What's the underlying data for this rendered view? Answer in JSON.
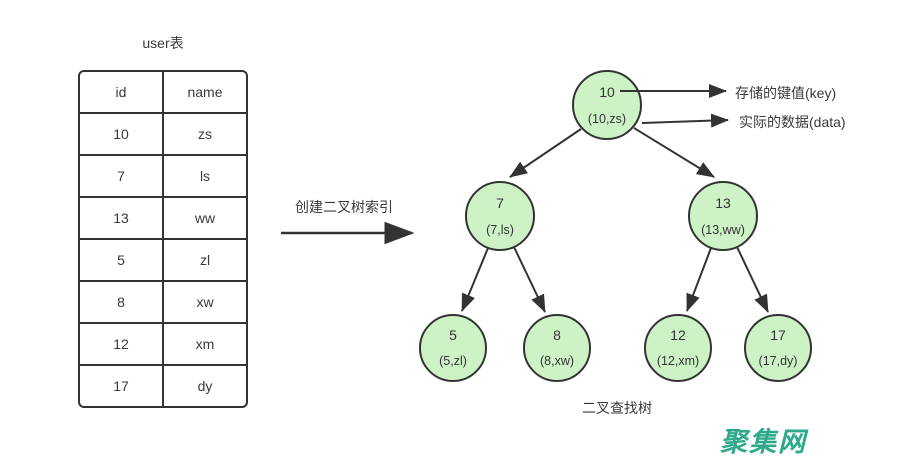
{
  "table": {
    "title": "user表",
    "columns": {
      "id": "id",
      "name": "name"
    },
    "rows": [
      {
        "id": "10",
        "name": "zs"
      },
      {
        "id": "7",
        "name": "ls"
      },
      {
        "id": "13",
        "name": "ww"
      },
      {
        "id": "5",
        "name": "zl"
      },
      {
        "id": "8",
        "name": "xw"
      },
      {
        "id": "12",
        "name": "xm"
      },
      {
        "id": "17",
        "name": "dy"
      }
    ]
  },
  "transform": {
    "label": "创建二叉树索引"
  },
  "tree": {
    "caption": "二叉查找树",
    "root": {
      "key": "10",
      "data": "(10,zs)"
    },
    "n7": {
      "key": "7",
      "data": "(7,ls)"
    },
    "n13": {
      "key": "13",
      "data": "(13,ww)"
    },
    "n5": {
      "key": "5",
      "data": "(5,zl)"
    },
    "n8": {
      "key": "8",
      "data": "(8,xw)"
    },
    "n12": {
      "key": "12",
      "data": "(12,xm)"
    },
    "n17": {
      "key": "17",
      "data": "(17,dy)"
    },
    "annotations": {
      "key_label": "存储的键值(key)",
      "data_label": "实际的数据(data)"
    }
  },
  "watermark": {
    "text": "聚集网",
    "color": "#2fa98c"
  },
  "colors": {
    "node_fill": "#cdf2c6",
    "node_border": "#333333",
    "line": "#333333",
    "text": "#3a3a3a"
  }
}
